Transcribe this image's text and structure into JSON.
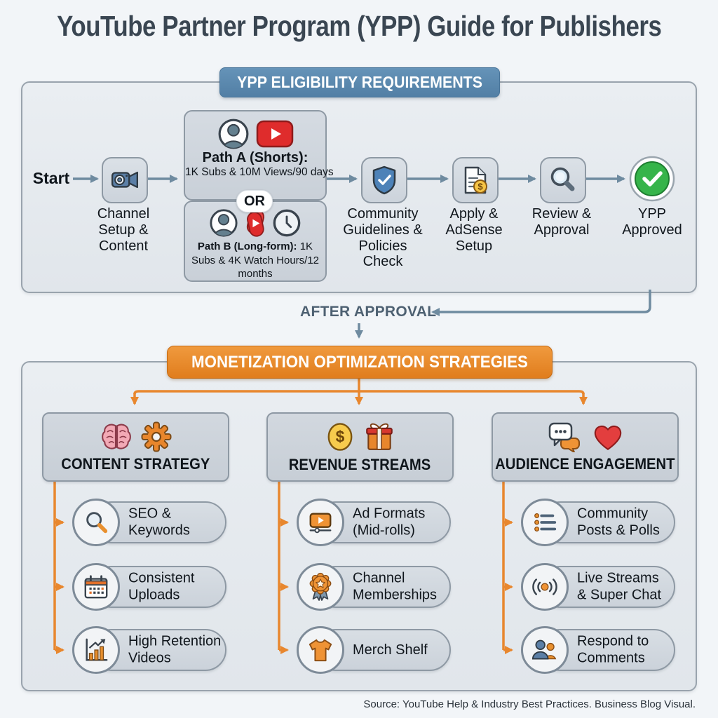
{
  "title": "YouTube Partner Program (YPP) Guide for Publishers",
  "footer": "Source: YouTube Help & Industry Best Practices. Business Blog Visual.",
  "colors": {
    "accent_blue": "#5d8cb3",
    "accent_orange": "#e8872e",
    "youtube_red": "#df2c2c",
    "success_green": "#36b44a",
    "flow_arrow_blue": "#6f8ba0",
    "panel_border": "#99a3ad",
    "box_fill": "#ccd3db"
  },
  "eligibility": {
    "badge_label": "YPP ELIGIBILITY REQUIREMENTS",
    "start_label": "Start",
    "or_label": "OR",
    "path_a_title": "Path A (Shorts):",
    "path_a_detail": "1K Subs & 10M Views/90 days",
    "path_b_title": "Path B (Long-form):",
    "path_b_detail": "1K Subs & 4K Watch Hours/12 months",
    "path_a_icons": [
      "avatar-icon",
      "youtube-play-icon"
    ],
    "path_b_icons": [
      "avatar-icon",
      "shorts-icon",
      "clock-icon"
    ],
    "steps": [
      {
        "label": "Channel Setup & Content",
        "icon": "video-camera-icon",
        "lines": [
          "Channel",
          "Setup &",
          "Content"
        ]
      },
      {
        "label": "Community Guidelines & Policies Check",
        "icon": "shield-check-icon",
        "lines": [
          "Community",
          "Guidelines &",
          "Policies",
          "Check"
        ]
      },
      {
        "label": "Apply & AdSense Setup",
        "icon": "document-dollar-icon",
        "lines": [
          "Apply &",
          "AdSense",
          "Setup"
        ]
      },
      {
        "label": "Review & Approval",
        "icon": "magnifier-icon",
        "lines": [
          "Review &",
          "Approval"
        ]
      },
      {
        "label": "YPP Approved",
        "icon": "check-circle-icon",
        "lines": [
          "YPP",
          "Approved"
        ]
      }
    ]
  },
  "after_approval_label": "AFTER APPROVAL",
  "monetization": {
    "badge_label": "MONETIZATION OPTIMIZATION STRATEGIES",
    "columns": [
      {
        "title": "CONTENT STRATEGY",
        "icons": [
          "brain-icon",
          "gear-icon"
        ],
        "items": [
          {
            "label": "SEO & Keywords",
            "icon": "search-icon",
            "lines": [
              "SEO &",
              "Keywords"
            ]
          },
          {
            "label": "Consistent Uploads",
            "icon": "calendar-icon",
            "lines": [
              "Consistent",
              "Uploads"
            ]
          },
          {
            "label": "High Retention Videos",
            "icon": "growth-chart-icon",
            "lines": [
              "High Retention",
              "Videos"
            ]
          }
        ]
      },
      {
        "title": "REVENUE STREAMS",
        "icons": [
          "dollar-coin-icon",
          "gift-icon"
        ],
        "items": [
          {
            "label": "Ad Formats (Mid-rolls)",
            "icon": "video-player-icon",
            "lines": [
              "Ad Formats",
              "(Mid-rolls)"
            ]
          },
          {
            "label": "Channel Memberships",
            "icon": "ribbon-badge-icon",
            "lines": [
              "Channel",
              "Memberships"
            ]
          },
          {
            "label": "Merch Shelf",
            "icon": "tshirt-icon",
            "lines": [
              "Merch Shelf"
            ]
          }
        ]
      },
      {
        "title": "AUDIENCE ENGAGEMENT",
        "icons": [
          "chat-bubbles-icon",
          "heart-icon"
        ],
        "items": [
          {
            "label": "Community Posts & Polls",
            "icon": "bullet-list-icon",
            "lines": [
              "Community",
              "Posts & Polls"
            ]
          },
          {
            "label": "Live Streams & Super Chat",
            "icon": "broadcast-icon",
            "lines": [
              "Live Streams",
              "& Super Chat"
            ]
          },
          {
            "label": "Respond to Comments",
            "icon": "people-icon",
            "lines": [
              "Respond to",
              "Comments"
            ]
          }
        ]
      }
    ]
  }
}
